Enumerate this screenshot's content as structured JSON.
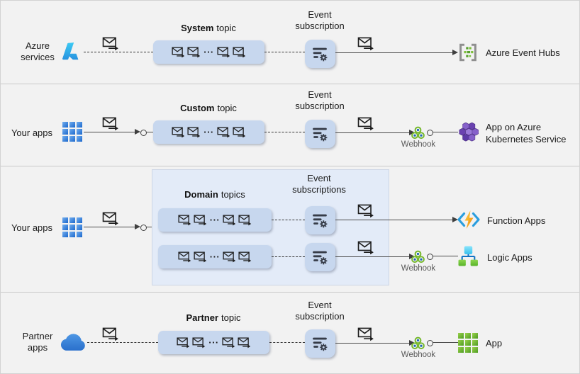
{
  "common": {
    "dots": "···"
  },
  "r1": {
    "source": "Azure\nservices",
    "topic_bold": "System",
    "topic_rest": "topic",
    "sub_label": "Event\nsubscription",
    "destination": "Azure Event Hubs"
  },
  "r2": {
    "source": "Your apps",
    "topic_bold": "Custom",
    "topic_rest": "topic",
    "sub_label": "Event\nsubscription",
    "webhook": "Webhook",
    "destination": "App on Azure\nKubernetes Service"
  },
  "r3": {
    "source": "Your apps",
    "topic_bold": "Domain",
    "topic_rest": "topics",
    "sub_label": "Event\nsubscriptions",
    "webhook": "Webhook",
    "destination_a": "Function Apps",
    "destination_b": "Logic Apps"
  },
  "r4": {
    "source": "Partner\napps",
    "topic_bold": "Partner",
    "topic_rest": "topic",
    "sub_label": "Event\nsubscription",
    "webhook": "Webhook",
    "destination": "App"
  },
  "palette": {
    "background": "#f2f2f2",
    "topic_box": "#c7d7ee",
    "domain_container": "#e3ebf8",
    "divider": "#c9c9c9",
    "line": "#4a4a4a",
    "webhook_green": "#76b82d",
    "node_blue": "#2166b9",
    "text": "#1b1b1b"
  }
}
